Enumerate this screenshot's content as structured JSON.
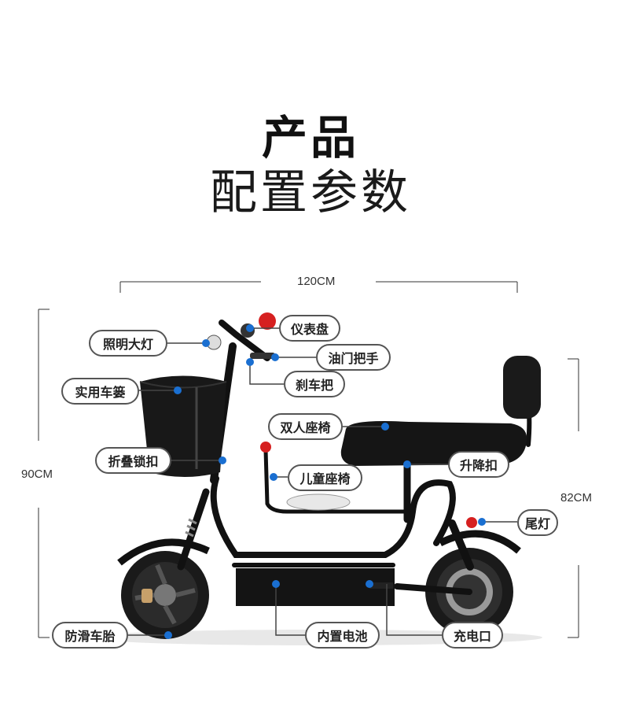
{
  "heading": {
    "line1": "产品",
    "line2": "配置参数"
  },
  "dimensions": {
    "length": "120CM",
    "height": "90CM",
    "seat_height": "82CM"
  },
  "callouts": {
    "headlight": "照明大灯",
    "dashboard": "仪表盘",
    "throttle": "油门把手",
    "brake_lever": "刹车把",
    "basket": "实用车篓",
    "double_seat": "双人座椅",
    "fold_lock": "折叠锁扣",
    "lift_clamp": "升降扣",
    "child_seat": "儿童座椅",
    "tail_light": "尾灯",
    "tire": "防滑车胎",
    "battery": "内置电池",
    "charge_port": "充电口"
  },
  "colors": {
    "dot": "#1a6fd1",
    "leader": "#444444",
    "scooter": "#111111",
    "accent_red": "#d62020"
  }
}
